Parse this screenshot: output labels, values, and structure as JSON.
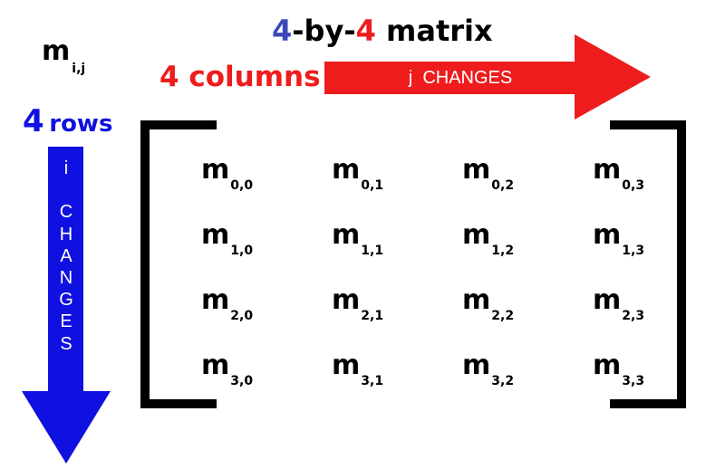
{
  "title": {
    "num1": "4",
    "dash1": "-by-",
    "num2": "4",
    "rest": " matrix"
  },
  "notation": {
    "base": "m",
    "sub": "i,j"
  },
  "columns_label": "4 columns",
  "rows_label": {
    "num": "4",
    "word": "rows"
  },
  "right_arrow": {
    "text": "j  CHANGES",
    "color": "#ee1c1c"
  },
  "down_arrow": {
    "letters": [
      "i",
      "",
      "C",
      "H",
      "A",
      "N",
      "G",
      "E",
      "S"
    ],
    "color": "#1010e0"
  },
  "matrix": {
    "rows": [
      [
        {
          "m": "m",
          "sub": "0,0"
        },
        {
          "m": "m",
          "sub": "0,1"
        },
        {
          "m": "m",
          "sub": "0,2"
        },
        {
          "m": "m",
          "sub": "0,3"
        }
      ],
      [
        {
          "m": "m",
          "sub": "1,0"
        },
        {
          "m": "m",
          "sub": "1,1"
        },
        {
          "m": "m",
          "sub": "1,2"
        },
        {
          "m": "m",
          "sub": "1,3"
        }
      ],
      [
        {
          "m": "m",
          "sub": "2,0"
        },
        {
          "m": "m",
          "sub": "2,1"
        },
        {
          "m": "m",
          "sub": "2,2"
        },
        {
          "m": "m",
          "sub": "2,3"
        }
      ],
      [
        {
          "m": "m",
          "sub": "3,0"
        },
        {
          "m": "m",
          "sub": "3,1"
        },
        {
          "m": "m",
          "sub": "3,2"
        },
        {
          "m": "m",
          "sub": "3,3"
        }
      ]
    ]
  }
}
